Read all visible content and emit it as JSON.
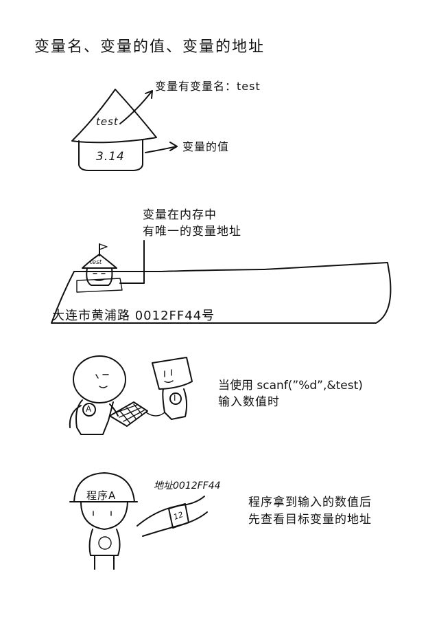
{
  "title": "变量名、变量的值、变量的地址",
  "panel1": {
    "house_label": "test",
    "house_value": "3.14",
    "callout_name": "变量有变量名：test",
    "callout_value": "变量的值"
  },
  "panel2": {
    "caption_line1": "变量在内存中",
    "caption_line2": "有唯一的变量地址",
    "house_label": "test",
    "address_text": "大连市黄浦路 0012FF44号"
  },
  "panel3": {
    "person_badge": "A",
    "computer_badge": "I",
    "caption_line1": "当使用 scanf(”%d”,&test)",
    "caption_line2": "输入数值时"
  },
  "panel4": {
    "helmet_label": "程序A",
    "sign_text": "地址0012FF44",
    "card_text": "12",
    "caption_line1": "程序拿到输入的数值后",
    "caption_line2": "先查看目标变量的地址"
  }
}
